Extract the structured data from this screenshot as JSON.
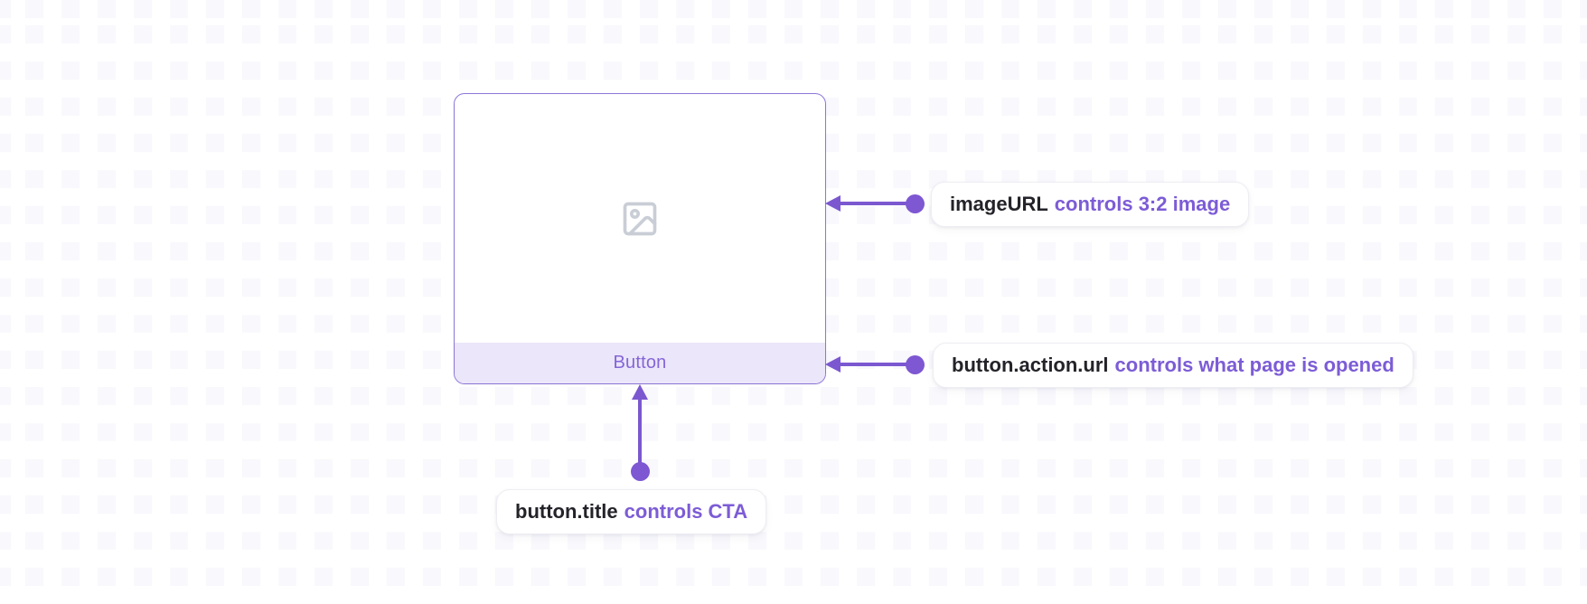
{
  "card": {
    "button_title": "Button",
    "image_icon": "image-placeholder-icon",
    "image_aspect_ratio": "3:2"
  },
  "annotations": [
    {
      "field": "imageURL",
      "description": "controls 3:2 image"
    },
    {
      "field": "button.action.url",
      "description": "controls what page is opened"
    },
    {
      "field": "button.title",
      "description": "controls CTA"
    }
  ],
  "colors": {
    "accent_purple": "#7b58d0",
    "annotation_purple": "#7c5cd6",
    "annotation_dark": "#232329",
    "card_border": "#8e77d9",
    "card_footer_bg": "#ebe6f9",
    "button_text": "#8465d6",
    "icon_gray": "#c9ced6",
    "grid_square": "#f8f8fd"
  }
}
